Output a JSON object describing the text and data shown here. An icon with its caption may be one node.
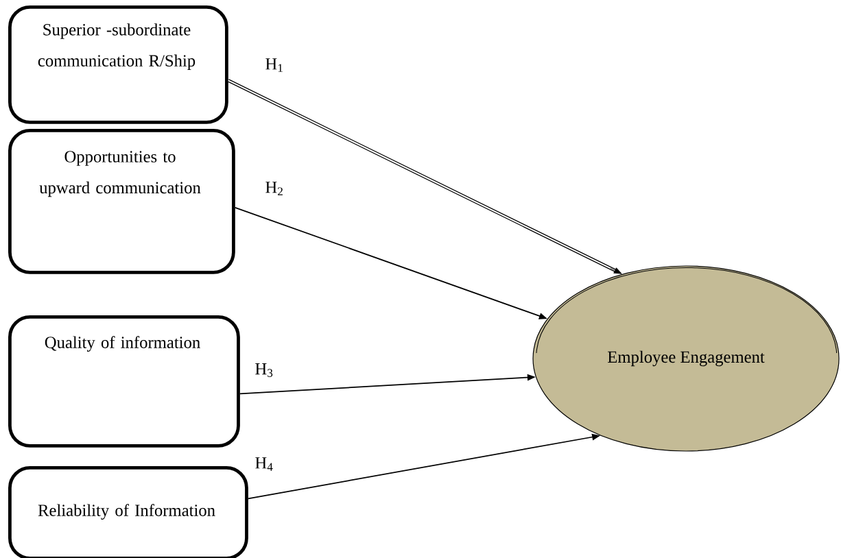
{
  "diagram": {
    "nodes": [
      {
        "text": [
          "Superior -subordinate communication R/Ship"
        ]
      },
      {
        "text": [
          "Opportunities to upward communication"
        ]
      },
      {
        "text": [
          "Quality of information"
        ]
      },
      {
        "text": [
          "Reliability of Information"
        ]
      },
      {
        "text": [
          "Employee Engagement"
        ]
      }
    ],
    "edges": [
      {
        "from": 0,
        "to": 4,
        "arrow": "to",
        "label": "H$_{1}$",
        "style": "thick"
      },
      {
        "from": 1,
        "to": 4,
        "arrow": "to",
        "label": "H$_{2}$"
      },
      {
        "from": 2,
        "to": 4,
        "arrow": "to",
        "label": "H$_{3}$"
      },
      {
        "from": 3,
        "to": 4,
        "arrow": "to",
        "label": "H$_{4}$"
      }
    ]
  }
}
